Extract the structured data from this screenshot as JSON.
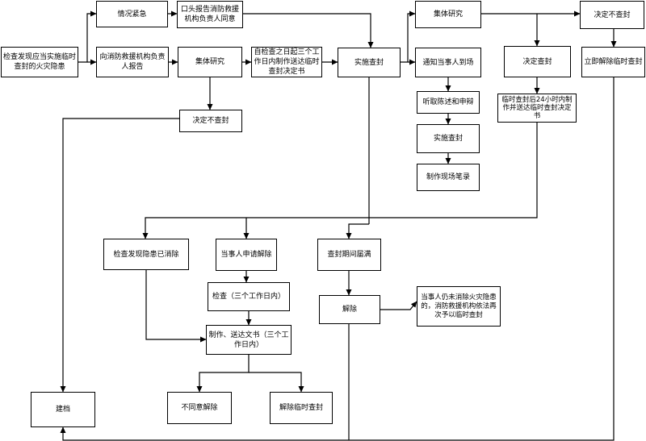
{
  "flowchart": {
    "nodes": {
      "start": "检查发现应当实施临时查封的火灾隐患",
      "emergency": "情况紧急",
      "oral_report": "口头报告消防救援机构负责人同意",
      "report_to_head": "向消防救援机构负责人报告",
      "group_study_1": "集体研究",
      "make_decision_3days": "自检查之日起三个工作日内制作送达临时查封决定书",
      "implement_seal": "实施查封",
      "group_study_2": "集体研究",
      "decide_no_seal_top": "决定不查封",
      "notify_party": "通知当事人到场",
      "decide_seal": "决定查封",
      "lift_immediately": "立即解除临时查封",
      "hear_statement": "听取陈述和申辩",
      "implement_seal_2": "实施查封",
      "make_record": "制作现场笔录",
      "within_24h": "临时查封后24小时内制作并送达临时查封决定书",
      "decide_no_seal_mid": "决定不查封",
      "hazard_eliminated": "检查发现隐患已消除",
      "party_apply_lift": "当事人申请解除",
      "seal_expired": "查封期间届满",
      "inspect_3days": "检查（三个工作日内）",
      "lift": "解除",
      "reseal_note": "当事人仍未消除火灾隐患的，消防救援机构依法再次予以临时查封",
      "make_deliver_doc": "制作、送达文书（三个工作日内）",
      "archive": "建档",
      "not_agree_lift": "不同意解除",
      "lift_temp_seal": "解除临时查封"
    }
  }
}
